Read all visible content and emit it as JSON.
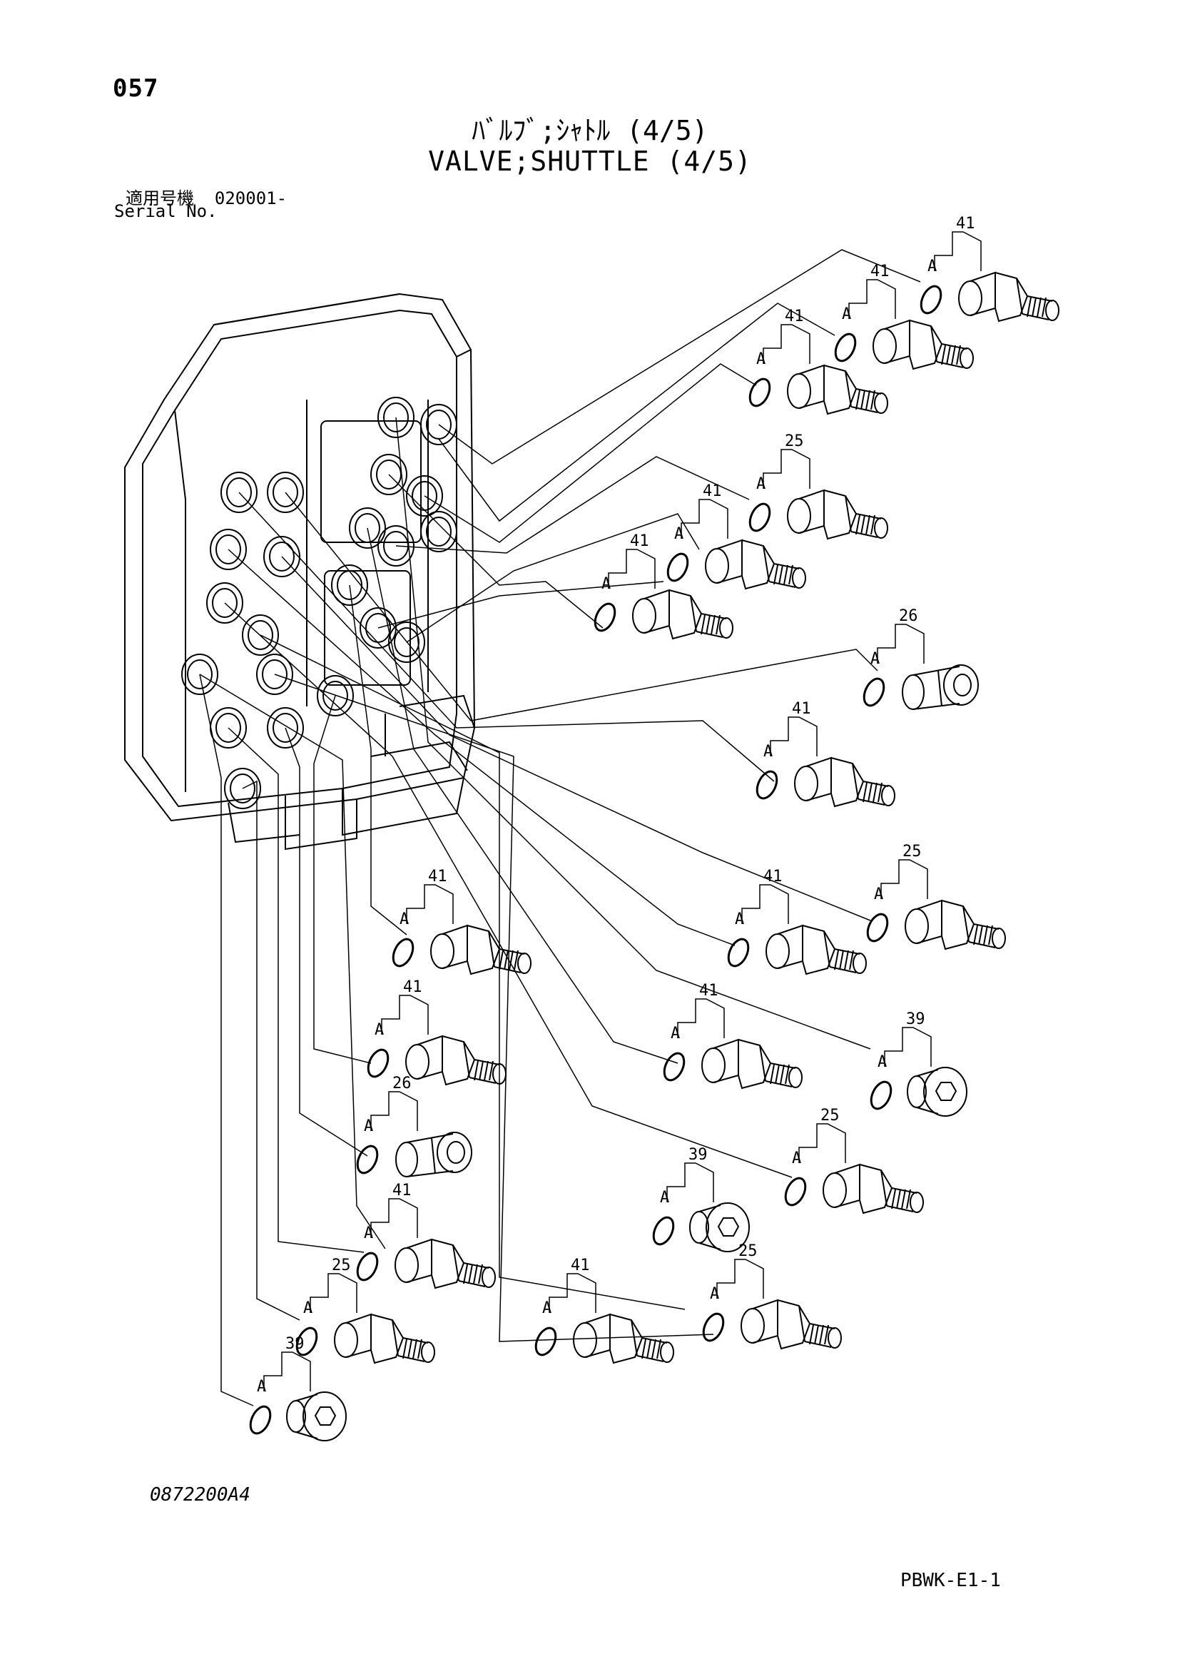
{
  "header": {
    "page_number": "057",
    "title_jp": "ﾊﾞﾙﾌﾞ;ｼｬﾄﾙ (4/5)",
    "title_en": "VALVE;SHUTTLE (4/5)",
    "serial_label_jp": "適用号機",
    "serial_value": "020001-",
    "serial_label_en": "Serial No."
  },
  "footer": {
    "drawing_code": "0872200A4",
    "sheet_code": "PBWK-E1-1"
  },
  "callouts": [
    {
      "part": "41",
      "ref": "A",
      "fitting": "union"
    },
    {
      "part": "41",
      "ref": "A",
      "fitting": "union"
    },
    {
      "part": "41",
      "ref": "A",
      "fitting": "union"
    },
    {
      "part": "25",
      "ref": "A",
      "fitting": "union"
    },
    {
      "part": "41",
      "ref": "A",
      "fitting": "union"
    },
    {
      "part": "41",
      "ref": "A",
      "fitting": "union"
    },
    {
      "part": "26",
      "ref": "A",
      "fitting": "socket"
    },
    {
      "part": "41",
      "ref": "A",
      "fitting": "union"
    },
    {
      "part": "25",
      "ref": "A",
      "fitting": "union"
    },
    {
      "part": "41",
      "ref": "A",
      "fitting": "union"
    },
    {
      "part": "41",
      "ref": "A",
      "fitting": "union"
    },
    {
      "part": "41",
      "ref": "A",
      "fitting": "union"
    },
    {
      "part": "39",
      "ref": "A",
      "fitting": "plug"
    },
    {
      "part": "41",
      "ref": "A",
      "fitting": "union"
    },
    {
      "part": "26",
      "ref": "A",
      "fitting": "socket"
    },
    {
      "part": "25",
      "ref": "A",
      "fitting": "union"
    },
    {
      "part": "39",
      "ref": "A",
      "fitting": "plug"
    },
    {
      "part": "41",
      "ref": "A",
      "fitting": "union"
    },
    {
      "part": "25",
      "ref": "A",
      "fitting": "union"
    },
    {
      "part": "41",
      "ref": "A",
      "fitting": "union"
    },
    {
      "part": "25",
      "ref": "A",
      "fitting": "union"
    },
    {
      "part": "39",
      "ref": "A",
      "fitting": "plug"
    }
  ]
}
